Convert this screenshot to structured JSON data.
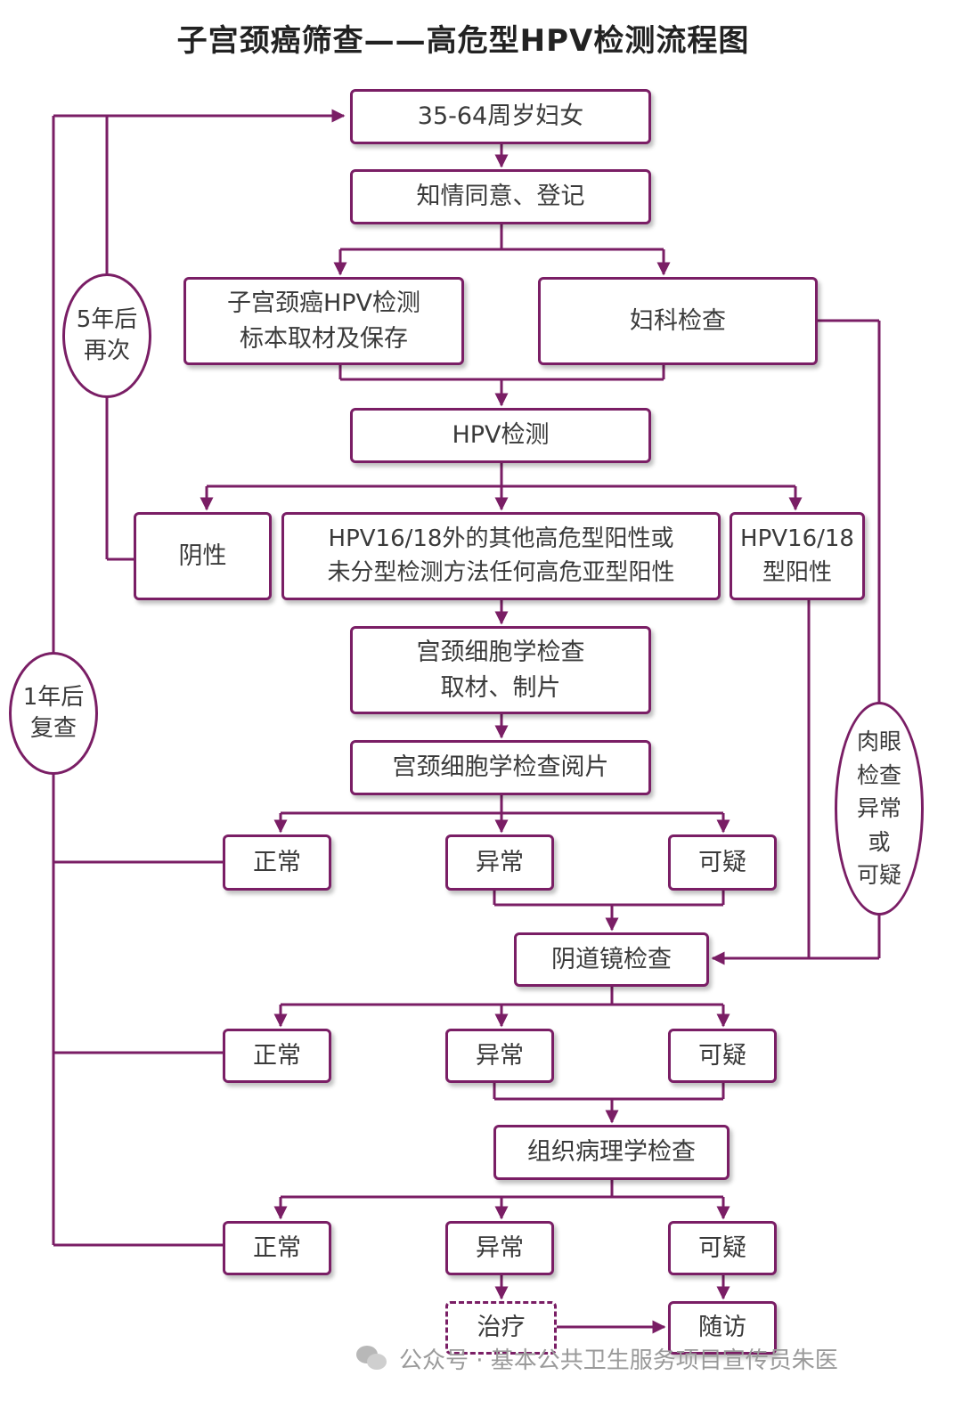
{
  "title": "子宫颈癌筛查——高危型HPV检测流程图",
  "nodes": {
    "women": "35-64周岁妇女",
    "consent": "知情同意、登记",
    "sampling": "子宫颈癌HPV检测\n标本取材及保存",
    "gyn_exam": "妇科检查",
    "hpv_test": "HPV检测",
    "negative": "阴性",
    "other_positive": "HPV16/18外的其他高危型阳性或\n未分型检测方法任何高危亚型阳性",
    "hpv1618_positive": "HPV16/18\n型阳性",
    "cytology_sampling": "宫颈细胞学检查\n取材、制片",
    "cytology_reading": "宫颈细胞学检查阅片",
    "normal_1": "正常",
    "abnormal_1": "异常",
    "suspicious_1": "可疑",
    "colposcopy": "阴道镜检查",
    "normal_2": "正常",
    "abnormal_2": "异常",
    "suspicious_2": "可疑",
    "histopathology": "组织病理学检查",
    "normal_3": "正常",
    "abnormal_3": "异常",
    "suspicious_3": "可疑",
    "treatment": "治疗",
    "followup": "随访"
  },
  "ovals": {
    "five_years": "5年后\n再次",
    "one_year": "1年后\n复查",
    "visual_abnormal": "肉眼\n检查\n异常\n或\n可疑"
  },
  "colors": {
    "accent": "#7a1e65"
  },
  "watermark": "公众号 · 基本公共卫生服务项目宣传员朱医"
}
